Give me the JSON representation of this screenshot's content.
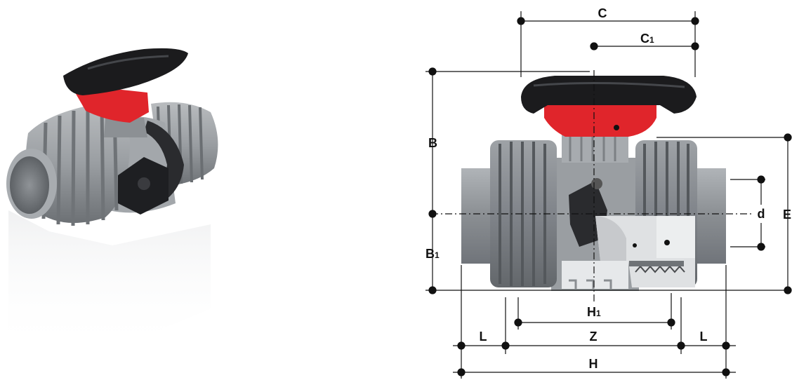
{
  "colors": {
    "pvc_grey": "#8e9296",
    "pvc_dark": "#6a6e72",
    "handle_black": "#1b1b1d",
    "handle_red": "#e0252b",
    "dimension_line": "#111111"
  },
  "dimensions": {
    "c": "C",
    "c1": "C",
    "c1_sub": "1",
    "b": "B",
    "b1": "B",
    "b1_sub": "1",
    "e": "E",
    "d": "d",
    "h1": "H",
    "h1_sub": "1",
    "z": "Z",
    "l_left": "L",
    "l_right": "L",
    "h": "H"
  }
}
